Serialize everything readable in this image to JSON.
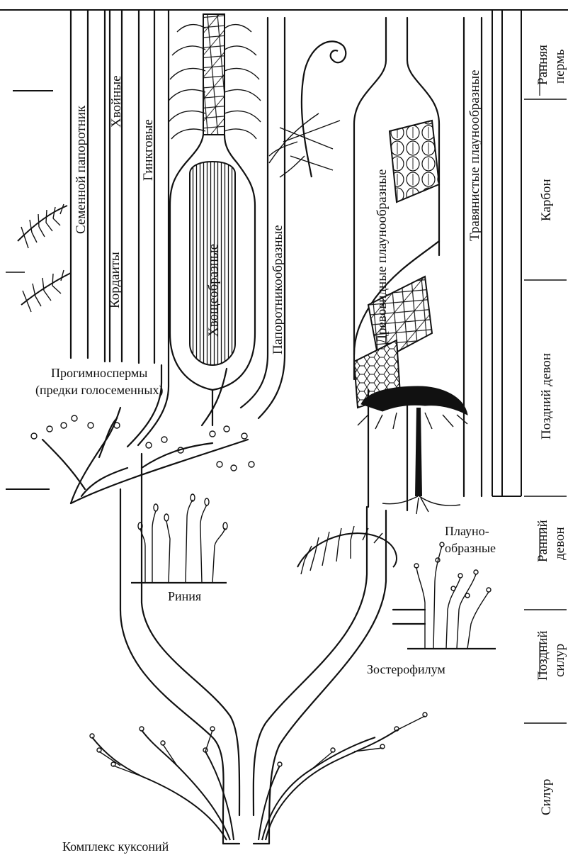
{
  "groups": {
    "seed_ferns": "Семенной папоротник",
    "conifers": "Хвойные",
    "ginkgos": "Гинкговые",
    "cordaites": "Кордаиты",
    "horsetails": "Хвощеобразные",
    "ferns": "Папоротникообразные",
    "tree_lycopods": "Древовидные плаунообразные",
    "herb_lycopods": "Травянистые плаунообразные",
    "progymno_line1": "Прогимноспермы",
    "progymno_line2": "(предки голосеменных)",
    "lycopods_line1": "Плауно-",
    "lycopods_line2": "образные",
    "rhynia": "Риния",
    "zosterophyllum": "Зостерофилум",
    "cooksonia": "Комплекс куксоний"
  },
  "periods": {
    "early_permian_1": "Ранняя",
    "early_permian_2": "пермь",
    "carboniferous": "Карбон",
    "late_devonian": "Поздний девон",
    "early_devonian_1": "Ранний",
    "early_devonian_2": "девон",
    "late_silurian_1": "Поздний",
    "late_silurian_2": "силур",
    "silurian": "Силур"
  }
}
